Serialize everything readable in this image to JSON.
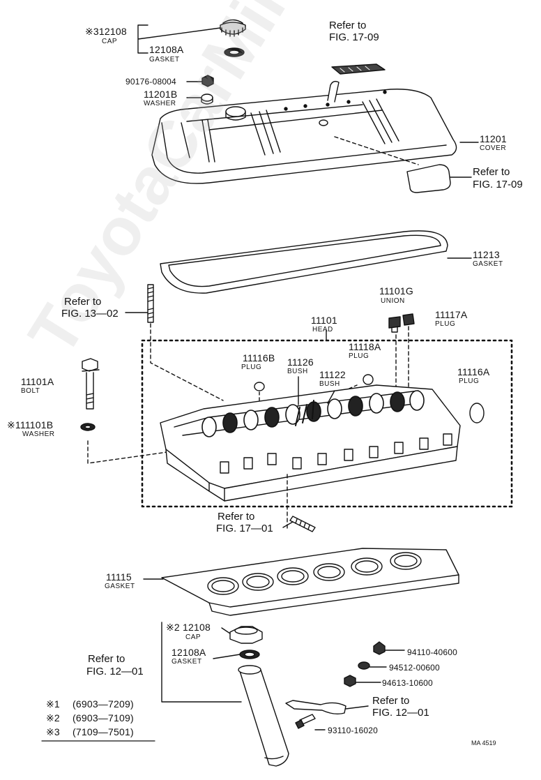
{
  "labels": {
    "cap_top_no": "※312108",
    "cap_top_name": "CAP",
    "gasket_top_no": "12108A",
    "gasket_top_name": "GASKET",
    "nut_no": "90176-08004",
    "washer_top_no": "11201B",
    "washer_top_name": "WASHER",
    "cover_no": "11201",
    "cover_name": "COVER",
    "cover_gasket_no": "11213",
    "cover_gasket_name": "GASKET",
    "union_no": "11101G",
    "union_name": "UNION",
    "plug_a_no": "11117A",
    "plug_a_name": "PLUG",
    "head_no": "11101",
    "head_name": "HEAD",
    "plug_b_no": "11116B",
    "plug_b_name": "PLUG",
    "bush_a_no": "11126",
    "bush_a_name": "BUSH",
    "plug_c_no": "11118A",
    "plug_c_name": "PLUG",
    "bush_b_no": "11122",
    "bush_b_name": "BUSH",
    "plug_d_no": "11116A",
    "plug_d_name": "PLUG",
    "bolt_no": "11101A",
    "bolt_name": "BOLT",
    "washer_head_no": "※111101B",
    "washer_head_name": "WASHER",
    "head_gasket_no": "11115",
    "head_gasket_name": "GASKET",
    "cap_bottom_no": "※2 12108",
    "cap_bottom_name": "CAP",
    "gasket_bottom_no": "12108A",
    "gasket_bottom_name": "GASKET",
    "nut_a_no": "94110-40600",
    "washer_a_no": "94512-00600",
    "nut_b_no": "94613-10600",
    "bolt_bottom_no": "93110-16020"
  },
  "refs": {
    "refer_to": "Refer to",
    "fig_17_09_top": "FIG. 17-09",
    "fig_17_09_right": "FIG. 17-09",
    "fig_13_02": "FIG. 13—02",
    "fig_17_01": "FIG. 17—01",
    "fig_12_01_left": "FIG. 12—01",
    "fig_12_01_right": "FIG. 12—01"
  },
  "legend": [
    {
      "mark": "※1",
      "range": "(6903—7209)"
    },
    {
      "mark": "※2",
      "range": "(6903—7109)"
    },
    {
      "mark": "※3",
      "range": "(7109—7501)"
    }
  ],
  "figure_id": "MA 4519",
  "watermark": "ToyotaCarMine.ru"
}
